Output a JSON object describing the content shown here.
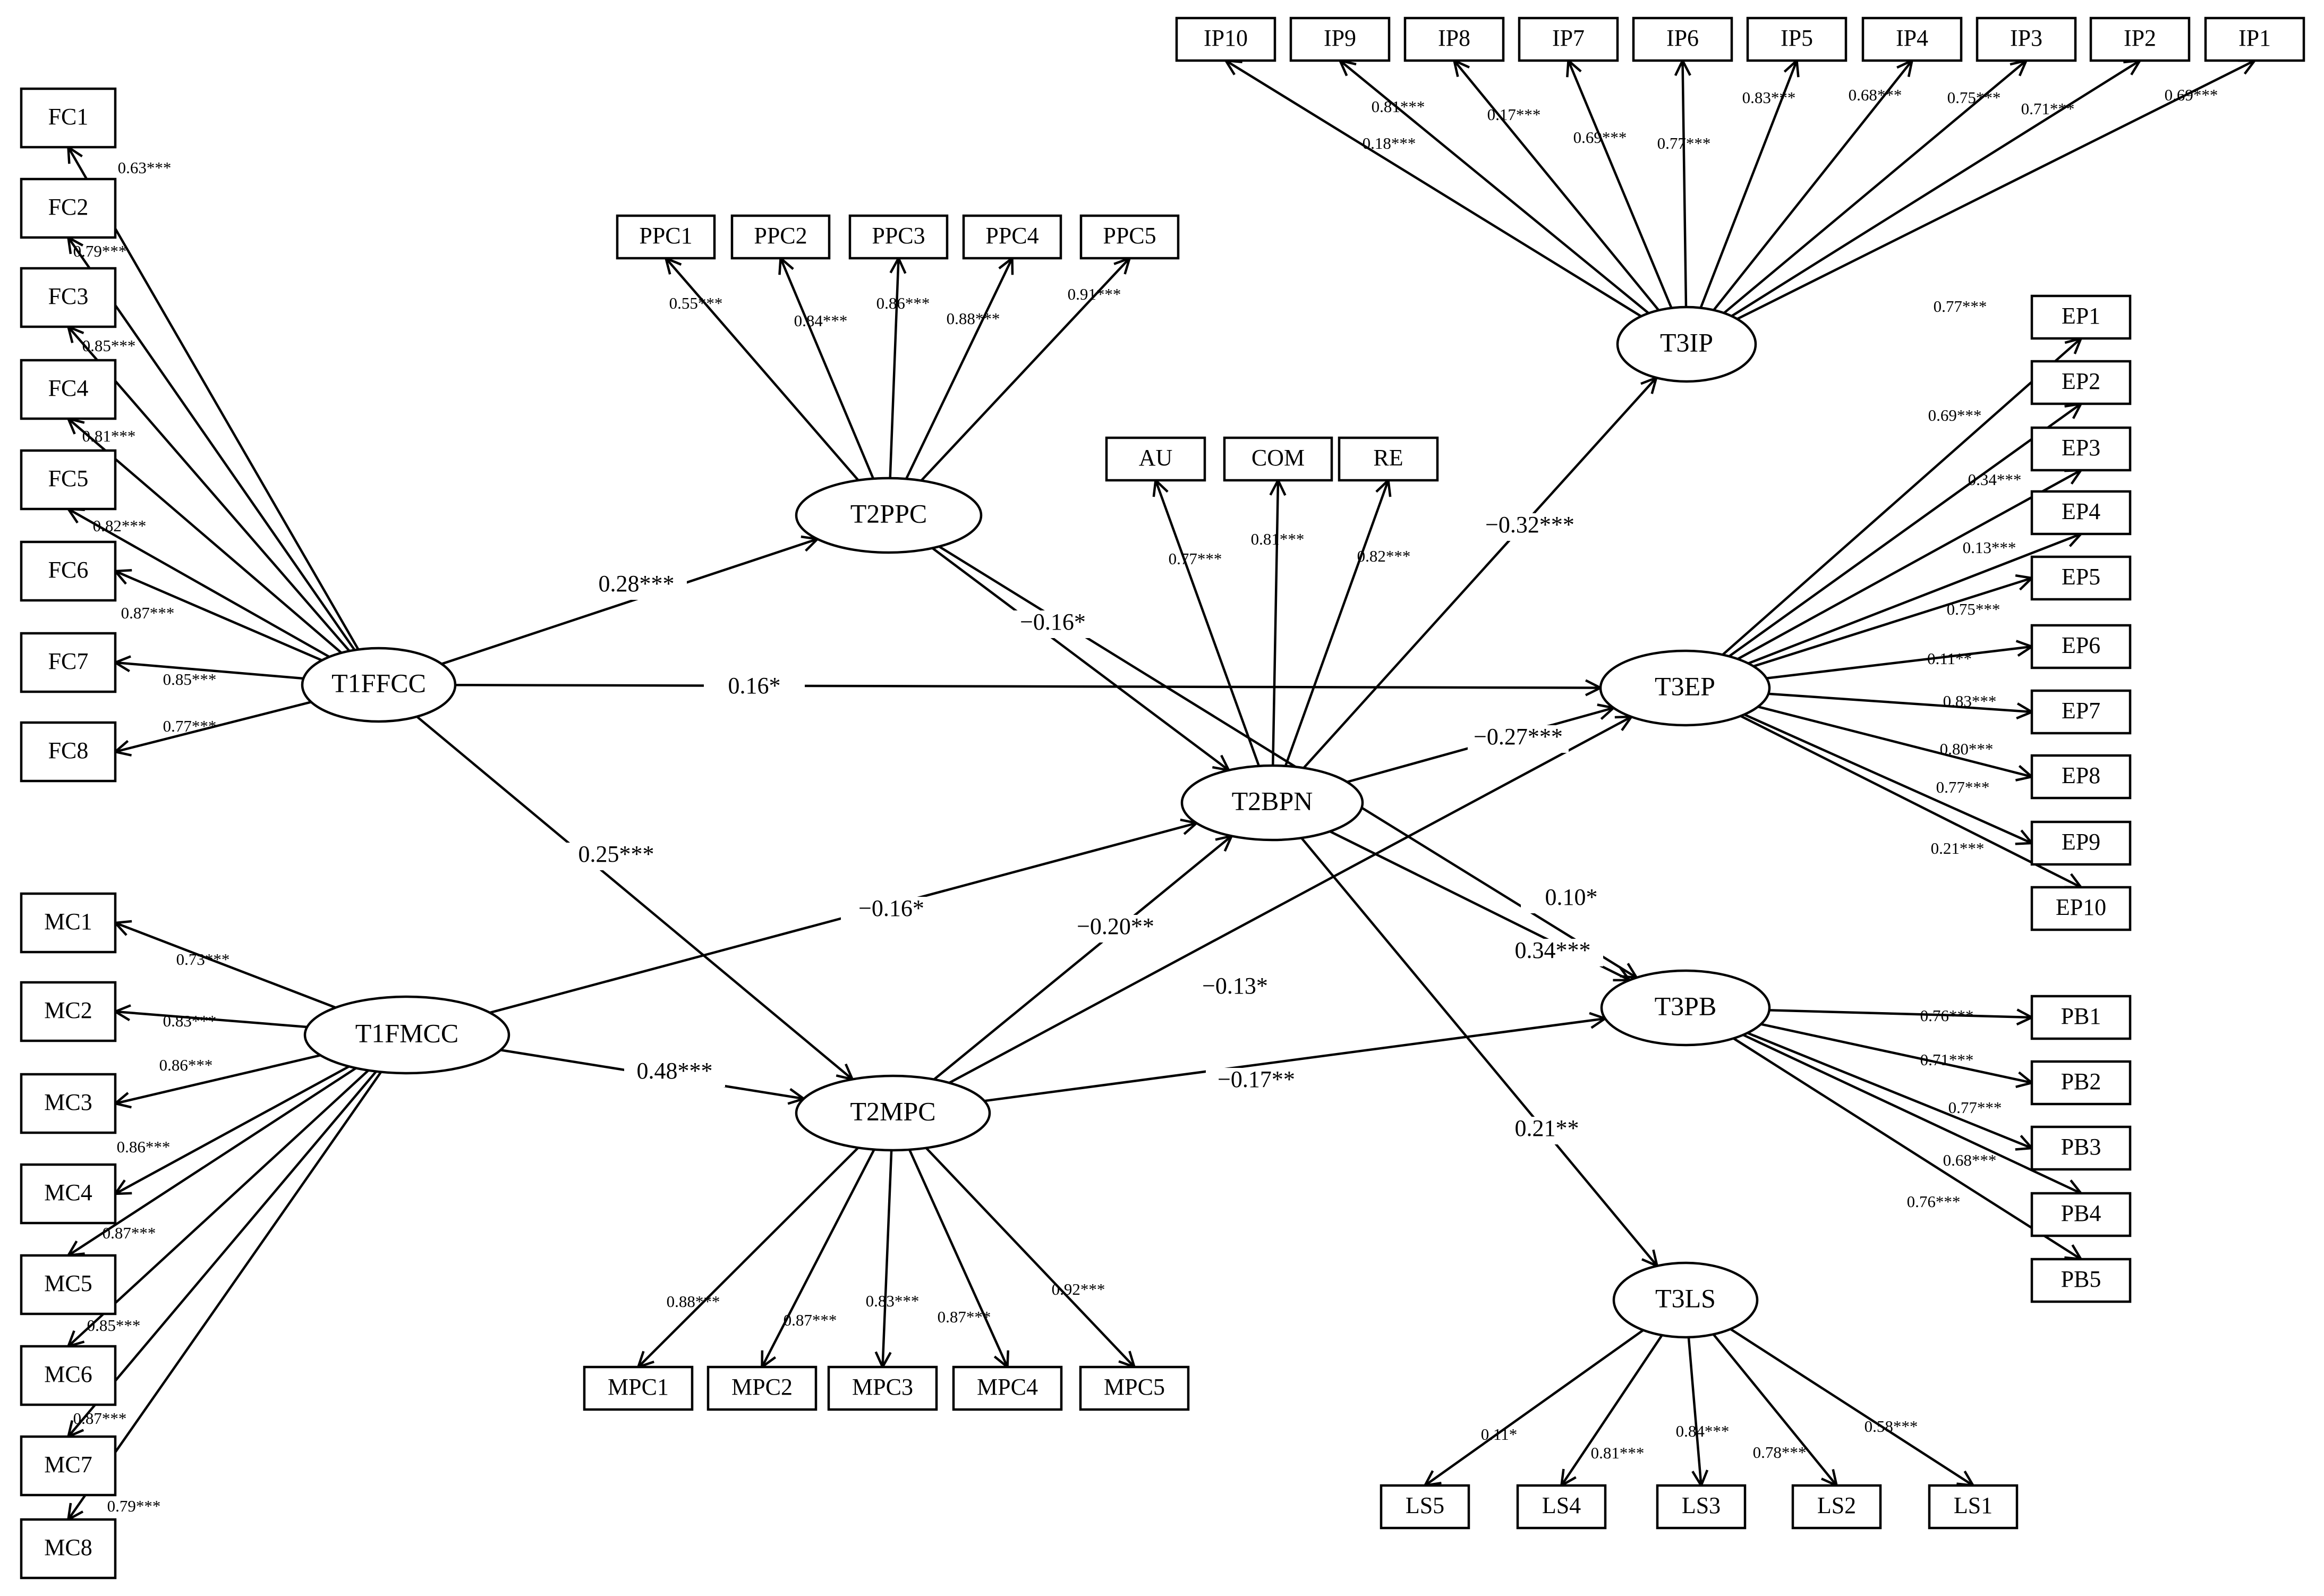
{
  "latents": [
    {
      "id": "T1FFCC",
      "label": "T1FFCC"
    },
    {
      "id": "T1FMCC",
      "label": "T1FMCC"
    },
    {
      "id": "T2PPC",
      "label": "T2PPC"
    },
    {
      "id": "T2MPC",
      "label": "T2MPC"
    },
    {
      "id": "T2BPN",
      "label": "T2BPN"
    },
    {
      "id": "T3IP",
      "label": "T3IP"
    },
    {
      "id": "T3EP",
      "label": "T3EP"
    },
    {
      "id": "T3PB",
      "label": "T3PB"
    },
    {
      "id": "T3LS",
      "label": "T3LS"
    }
  ],
  "indicators": [
    {
      "id": "FC1",
      "label": "FC1"
    },
    {
      "id": "FC2",
      "label": "FC2"
    },
    {
      "id": "FC3",
      "label": "FC3"
    },
    {
      "id": "FC4",
      "label": "FC4"
    },
    {
      "id": "FC5",
      "label": "FC5"
    },
    {
      "id": "FC6",
      "label": "FC6"
    },
    {
      "id": "FC7",
      "label": "FC7"
    },
    {
      "id": "FC8",
      "label": "FC8"
    },
    {
      "id": "MC1",
      "label": "MC1"
    },
    {
      "id": "MC2",
      "label": "MC2"
    },
    {
      "id": "MC3",
      "label": "MC3"
    },
    {
      "id": "MC4",
      "label": "MC4"
    },
    {
      "id": "MC5",
      "label": "MC5"
    },
    {
      "id": "MC6",
      "label": "MC6"
    },
    {
      "id": "MC7",
      "label": "MC7"
    },
    {
      "id": "MC8",
      "label": "MC8"
    },
    {
      "id": "PPC1",
      "label": "PPC1"
    },
    {
      "id": "PPC2",
      "label": "PPC2"
    },
    {
      "id": "PPC3",
      "label": "PPC3"
    },
    {
      "id": "PPC4",
      "label": "PPC4"
    },
    {
      "id": "PPC5",
      "label": "PPC5"
    },
    {
      "id": "MPC1",
      "label": "MPC1"
    },
    {
      "id": "MPC2",
      "label": "MPC2"
    },
    {
      "id": "MPC3",
      "label": "MPC3"
    },
    {
      "id": "MPC4",
      "label": "MPC4"
    },
    {
      "id": "MPC5",
      "label": "MPC5"
    },
    {
      "id": "AU",
      "label": "AU"
    },
    {
      "id": "COM",
      "label": "COM"
    },
    {
      "id": "RE",
      "label": "RE"
    },
    {
      "id": "IP10",
      "label": "IP10"
    },
    {
      "id": "IP9",
      "label": "IP9"
    },
    {
      "id": "IP8",
      "label": "IP8"
    },
    {
      "id": "IP7",
      "label": "IP7"
    },
    {
      "id": "IP6",
      "label": "IP6"
    },
    {
      "id": "IP5",
      "label": "IP5"
    },
    {
      "id": "IP4",
      "label": "IP4"
    },
    {
      "id": "IP3",
      "label": "IP3"
    },
    {
      "id": "IP2",
      "label": "IP2"
    },
    {
      "id": "IP1",
      "label": "IP1"
    },
    {
      "id": "EP1",
      "label": "EP1"
    },
    {
      "id": "EP2",
      "label": "EP2"
    },
    {
      "id": "EP3",
      "label": "EP3"
    },
    {
      "id": "EP4",
      "label": "EP4"
    },
    {
      "id": "EP5",
      "label": "EP5"
    },
    {
      "id": "EP6",
      "label": "EP6"
    },
    {
      "id": "EP7",
      "label": "EP7"
    },
    {
      "id": "EP8",
      "label": "EP8"
    },
    {
      "id": "EP9",
      "label": "EP9"
    },
    {
      "id": "EP10",
      "label": "EP10"
    },
    {
      "id": "PB1",
      "label": "PB1"
    },
    {
      "id": "PB2",
      "label": "PB2"
    },
    {
      "id": "PB3",
      "label": "PB3"
    },
    {
      "id": "PB4",
      "label": "PB4"
    },
    {
      "id": "PB5",
      "label": "PB5"
    },
    {
      "id": "LS5",
      "label": "LS5"
    },
    {
      "id": "LS4",
      "label": "LS4"
    },
    {
      "id": "LS3",
      "label": "LS3"
    },
    {
      "id": "LS2",
      "label": "LS2"
    },
    {
      "id": "LS1",
      "label": "LS1"
    }
  ],
  "loadings": [
    {
      "from": "T1FFCC",
      "to": "FC1",
      "label": "0.63***"
    },
    {
      "from": "T1FFCC",
      "to": "FC2",
      "label": "0.79***"
    },
    {
      "from": "T1FFCC",
      "to": "FC3",
      "label": "0.85***"
    },
    {
      "from": "T1FFCC",
      "to": "FC4",
      "label": "0.81***"
    },
    {
      "from": "T1FFCC",
      "to": "FC5",
      "label": "0.82***"
    },
    {
      "from": "T1FFCC",
      "to": "FC6",
      "label": "0.87***"
    },
    {
      "from": "T1FFCC",
      "to": "FC7",
      "label": "0.85***"
    },
    {
      "from": "T1FFCC",
      "to": "FC8",
      "label": "0.77***"
    },
    {
      "from": "T1FMCC",
      "to": "MC1",
      "label": "0.73***"
    },
    {
      "from": "T1FMCC",
      "to": "MC2",
      "label": "0.83***"
    },
    {
      "from": "T1FMCC",
      "to": "MC3",
      "label": "0.86***"
    },
    {
      "from": "T1FMCC",
      "to": "MC4",
      "label": "0.86***"
    },
    {
      "from": "T1FMCC",
      "to": "MC5",
      "label": "0.87***"
    },
    {
      "from": "T1FMCC",
      "to": "MC6",
      "label": "0.85***"
    },
    {
      "from": "T1FMCC",
      "to": "MC7",
      "label": "0.87***"
    },
    {
      "from": "T1FMCC",
      "to": "MC8",
      "label": "0.79***"
    },
    {
      "from": "T2PPC",
      "to": "PPC1",
      "label": "0.55***"
    },
    {
      "from": "T2PPC",
      "to": "PPC2",
      "label": "0.84***"
    },
    {
      "from": "T2PPC",
      "to": "PPC3",
      "label": "0.86***"
    },
    {
      "from": "T2PPC",
      "to": "PPC4",
      "label": "0.88***"
    },
    {
      "from": "T2PPC",
      "to": "PPC5",
      "label": "0.91***"
    },
    {
      "from": "T2MPC",
      "to": "MPC1",
      "label": "0.88***"
    },
    {
      "from": "T2MPC",
      "to": "MPC2",
      "label": "0.87***"
    },
    {
      "from": "T2MPC",
      "to": "MPC3",
      "label": "0.83***"
    },
    {
      "from": "T2MPC",
      "to": "MPC4",
      "label": "0.87***"
    },
    {
      "from": "T2MPC",
      "to": "MPC5",
      "label": "0.92***"
    },
    {
      "from": "T2BPN",
      "to": "AU",
      "label": "0.77***"
    },
    {
      "from": "T2BPN",
      "to": "COM",
      "label": "0.81***"
    },
    {
      "from": "T2BPN",
      "to": "RE",
      "label": "0.82***"
    },
    {
      "from": "T3IP",
      "to": "IP10",
      "label": "0.18***"
    },
    {
      "from": "T3IP",
      "to": "IP9",
      "label": "0.81***"
    },
    {
      "from": "T3IP",
      "to": "IP8",
      "label": "0.17***"
    },
    {
      "from": "T3IP",
      "to": "IP7",
      "label": "0.69***"
    },
    {
      "from": "T3IP",
      "to": "IP6",
      "label": "0.77***"
    },
    {
      "from": "T3IP",
      "to": "IP5",
      "label": "0.83***"
    },
    {
      "from": "T3IP",
      "to": "IP4",
      "label": "0.68***"
    },
    {
      "from": "T3IP",
      "to": "IP3",
      "label": "0.75***"
    },
    {
      "from": "T3IP",
      "to": "IP2",
      "label": "0.71***"
    },
    {
      "from": "T3IP",
      "to": "IP1",
      "label": "0.69***"
    },
    {
      "from": "T3EP",
      "to": "EP1",
      "label": "0.77***"
    },
    {
      "from": "T3EP",
      "to": "EP2",
      "label": "0.69***"
    },
    {
      "from": "T3EP",
      "to": "EP3",
      "label": "0.34***"
    },
    {
      "from": "T3EP",
      "to": "EP4",
      "label": "0.13***"
    },
    {
      "from": "T3EP",
      "to": "EP5",
      "label": "0.75***"
    },
    {
      "from": "T3EP",
      "to": "EP6",
      "label": "0.11**"
    },
    {
      "from": "T3EP",
      "to": "EP7",
      "label": "0.83***"
    },
    {
      "from": "T3EP",
      "to": "EP8",
      "label": "0.80***"
    },
    {
      "from": "T3EP",
      "to": "EP9",
      "label": "0.77***"
    },
    {
      "from": "T3EP",
      "to": "EP10",
      "label": "0.21***"
    },
    {
      "from": "T3PB",
      "to": "PB1",
      "label": "0.76***"
    },
    {
      "from": "T3PB",
      "to": "PB2",
      "label": "0.71***"
    },
    {
      "from": "T3PB",
      "to": "PB3",
      "label": "0.77***"
    },
    {
      "from": "T3PB",
      "to": "PB4",
      "label": "0.68***"
    },
    {
      "from": "T3PB",
      "to": "PB5",
      "label": "0.76***"
    },
    {
      "from": "T3LS",
      "to": "LS5",
      "label": "0.11*"
    },
    {
      "from": "T3LS",
      "to": "LS4",
      "label": "0.81***"
    },
    {
      "from": "T3LS",
      "to": "LS3",
      "label": "0.84***"
    },
    {
      "from": "T3LS",
      "to": "LS2",
      "label": "0.78***"
    },
    {
      "from": "T3LS",
      "to": "LS1",
      "label": "0.58***"
    }
  ],
  "paths": [
    {
      "from": "T1FFCC",
      "to": "T2PPC",
      "label": "0.28***"
    },
    {
      "from": "T1FFCC",
      "to": "T3EP",
      "label": "0.16*"
    },
    {
      "from": "T1FFCC",
      "to": "T2MPC",
      "label": "0.25***"
    },
    {
      "from": "T1FMCC",
      "to": "T2BPN",
      "label": "−0.16*"
    },
    {
      "from": "T1FMCC",
      "to": "T2MPC",
      "label": "0.48***"
    },
    {
      "from": "T2PPC",
      "to": "T2BPN",
      "label": "−0.16*"
    },
    {
      "from": "T2PPC",
      "to": "T3PB",
      "label": "0.10*"
    },
    {
      "from": "T2MPC",
      "to": "T2BPN",
      "label": "−0.20**"
    },
    {
      "from": "T2MPC",
      "to": "T3EP",
      "label": "−0.13*"
    },
    {
      "from": "T2MPC",
      "to": "T3PB",
      "label": "−0.17**"
    },
    {
      "from": "T2BPN",
      "to": "T3IP",
      "label": "−0.32***"
    },
    {
      "from": "T2BPN",
      "to": "T3EP",
      "label": "−0.27***"
    },
    {
      "from": "T2BPN",
      "to": "T3PB",
      "label": "0.34***"
    },
    {
      "from": "T2BPN",
      "to": "T3LS",
      "label": "0.21**"
    }
  ]
}
